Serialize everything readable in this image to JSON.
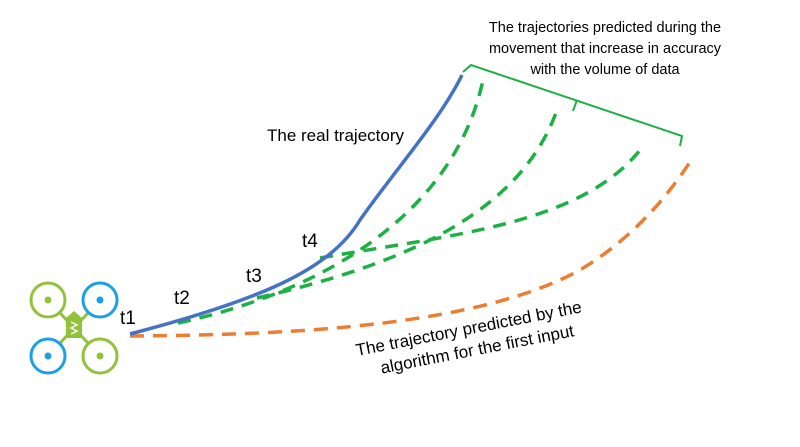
{
  "labels": {
    "real_trajectory": "The real trajectory",
    "predicted_during_movement": [
      "The trajectories predicted during the",
      "movement that increase in accuracy",
      "with the volume of data"
    ],
    "predicted_first_input": [
      "The trajectory predicted by the",
      "algorithm for the first input"
    ],
    "time_markers": [
      "t1",
      "t2",
      "t3",
      "t4"
    ]
  },
  "colors": {
    "real": "#4472C4",
    "predicted_during": "#1DB044",
    "predicted_first": "#ED7D31",
    "brace": "#1DB044",
    "drone_green": "#92C13B",
    "drone_blue": "#1BA1E2"
  },
  "icons": {
    "drone": "quadcopter-drone-icon"
  }
}
